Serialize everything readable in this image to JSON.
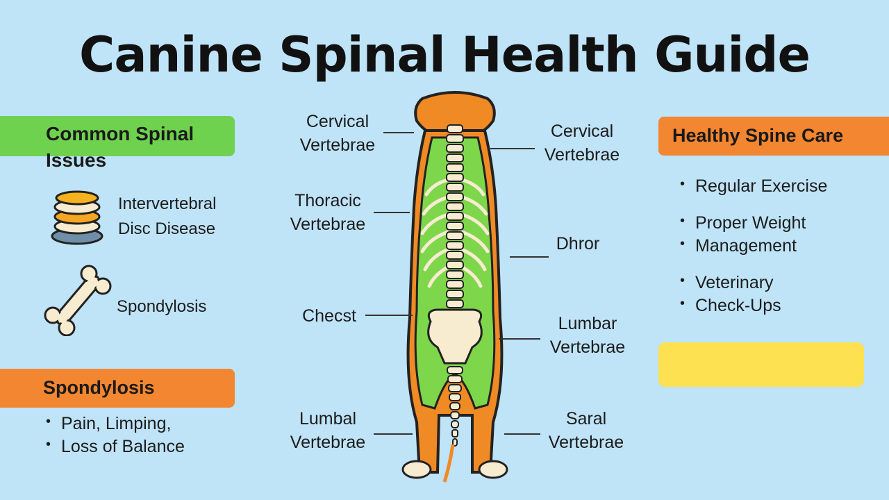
{
  "title": "Canine Spinal Health Guide",
  "left_panel": {
    "header": "Common Spinal Issues",
    "issues": [
      {
        "icon": "disc-stack-icon",
        "label": "Intervertebral Disc Disease"
      },
      {
        "icon": "bone-icon",
        "label": "Spondylosis"
      }
    ],
    "symptoms_header": "Spondylosis",
    "symptoms": [
      "Pain, Limping,",
      "Loss of Balance"
    ]
  },
  "right_panel": {
    "header": "Healthy Spine Care",
    "care_items": [
      "Regular Exercise",
      "Proper Weight",
      "Management",
      "Veterinary",
      "Check-Ups"
    ]
  },
  "diagram_labels": {
    "left": [
      {
        "text": "Cervical Vertebrae"
      },
      {
        "text": "Thoracic Vertebrae"
      },
      {
        "text": "Checst"
      },
      {
        "text": "Lumbal Vertebrae"
      }
    ],
    "right": [
      {
        "text": "Cervical Vertebrae"
      },
      {
        "text": "Dhror"
      },
      {
        "text": "Lumbar Vertebrae"
      },
      {
        "text": "Saral Vertebrae"
      }
    ]
  },
  "colors": {
    "background": "#bfe3f7",
    "green": "#6fd24f",
    "orange": "#f38630",
    "yellow": "#fde151",
    "dog_orange": "#f08a24",
    "dog_green": "#7ed64a",
    "bone": "#f7ecd0"
  }
}
